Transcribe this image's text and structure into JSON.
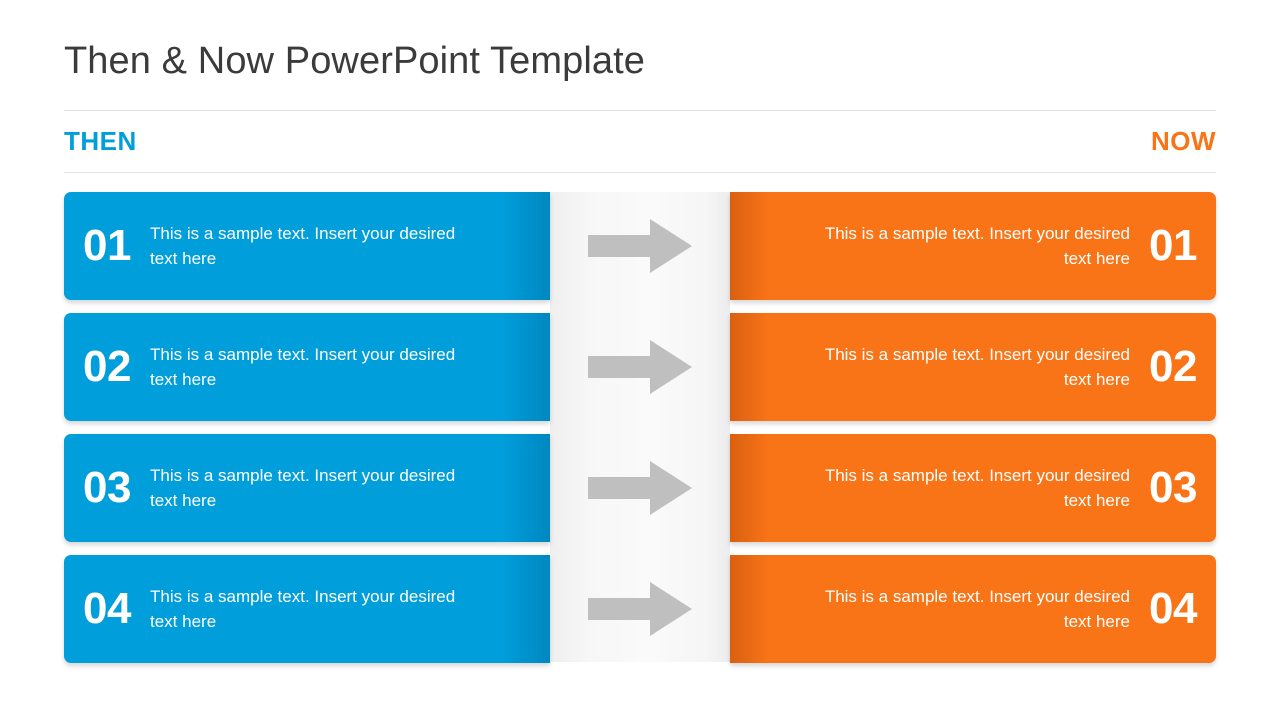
{
  "slide": {
    "title": "Then & Now PowerPoint Template",
    "title_color": "#3b3b3b"
  },
  "columns": {
    "then": {
      "label": "THEN",
      "color": "#009edb"
    },
    "now": {
      "label": "NOW",
      "color": "#f97317"
    }
  },
  "theme": {
    "blue": "#009edb",
    "orange": "#f97317",
    "arrow_gray": "#bfbfbf",
    "band_gray": "#f7f7f7",
    "rule_gray": "#e3e3e3",
    "text_white": "#ffffff"
  },
  "icons": {
    "arrow": "right-arrow-icon"
  },
  "rows": [
    {
      "then": {
        "number": "01",
        "text": "This is a sample text. Insert your desired text here"
      },
      "arrow": "right-arrow-icon",
      "now": {
        "number": "01",
        "text": "This is a sample text. Insert your desired text here"
      }
    },
    {
      "then": {
        "number": "02",
        "text": "This is a sample text. Insert your desired text here"
      },
      "arrow": "right-arrow-icon",
      "now": {
        "number": "02",
        "text": "This is a sample text. Insert your desired text here"
      }
    },
    {
      "then": {
        "number": "03",
        "text": "This is a sample text. Insert your desired text here"
      },
      "arrow": "right-arrow-icon",
      "now": {
        "number": "03",
        "text": "This is a sample text. Insert your desired text here"
      }
    },
    {
      "then": {
        "number": "04",
        "text": "This is a sample text. Insert your desired text here"
      },
      "arrow": "right-arrow-icon",
      "now": {
        "number": "04",
        "text": "This is a sample text. Insert your desired text here"
      }
    }
  ]
}
